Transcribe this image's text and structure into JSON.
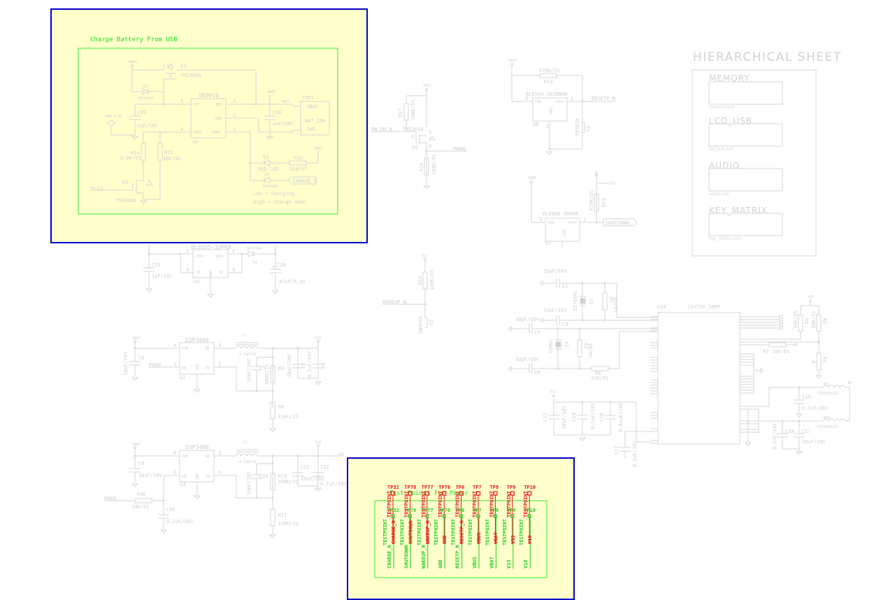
{
  "charger": {
    "title": "Charge Battery From USB",
    "q1": {
      "ref": "Q1",
      "part": "TM2301N"
    },
    "d2": {
      "ref": "D2",
      "part": "MSC0104"
    },
    "u5": {
      "ref": "U5",
      "part": "SE9016",
      "pins": [
        "VCC",
        "BAT",
        "GND",
        "PROG",
        "CHRG"
      ],
      "pin_numbers": [
        "5",
        "3",
        "2",
        "4",
        "1"
      ]
    },
    "c35": {
      "ref": "C35",
      "value": "1uF/16V"
    },
    "c36": {
      "ref": "C36",
      "value": "1uF/16V"
    },
    "con1": {
      "ref": "CON1",
      "pins": [
        "VBAT",
        "BAT_CON",
        "GND"
      ],
      "pin_numbers": [
        "2",
        "1"
      ]
    },
    "r14": {
      "ref": "R14",
      "value": "2.5K/5%"
    },
    "r15": {
      "ref": "R15",
      "value": "10K/5%"
    },
    "q3": {
      "ref": "Q3",
      "part": "TM2302N"
    },
    "d3": {
      "ref": "D3",
      "part": "RED LED"
    },
    "r12": {
      "ref": "R12",
      "value": "510/5%"
    },
    "d4": {
      "ref": "D4",
      "part": "MSC0104"
    },
    "charge_label": "CHARGE_N",
    "note_low": "Low = charging",
    "note_high": "High = charge done",
    "pwr_flag": "PWR_FLAG",
    "pulse": "PULSLA",
    "vbus": "VBUS",
    "vbat": "VBAT",
    "pin_s": "S",
    "pin_g": "G",
    "pin_d": "D"
  },
  "power_switch": {
    "r17": {
      "ref": "R17",
      "value": "100K/5%"
    },
    "q2": {
      "ref": "Q2",
      "part": "TM2301N"
    },
    "r18": {
      "ref": "R18",
      "value": "100K/5%"
    },
    "net_in": "PW_ON_N",
    "net_out": "PWEN",
    "vcc": "VBAT",
    "pin_g": "G",
    "pin_s": "S",
    "pin_d": "D"
  },
  "reset": {
    "r13": {
      "ref": "R13",
      "value": "470K/5%"
    },
    "u6": {
      "ref": "U6",
      "part": "BL8509-263DNRM"
    },
    "pins": {
      "vin": "VIN",
      "vout": "VOUT",
      "gnd": "GND"
    },
    "pin_numbers": [
      "3",
      "1",
      "2"
    ],
    "s1": {
      "ref": "S1",
      "label": "RESETK"
    },
    "net": "RESETP_N",
    "vcc": "VBAT"
  },
  "shutdown": {
    "u7": {
      "ref": "U7",
      "part": "BL8506-30NRM"
    },
    "r19": {
      "ref": "R19",
      "value": "470K/5%"
    },
    "pins": {
      "vin": "VIN",
      "vout": "VOUT",
      "gnd": "GND"
    },
    "pin_numbers": [
      "3",
      "1",
      "2"
    ],
    "net": "SHUTDOWN",
    "vin_net": "VBAT",
    "v33": "V33"
  },
  "hier_sheet": {
    "title": "HIERARCHICAL SHEET",
    "sheets": [
      {
        "name": "MEMORY",
        "file": "memory.sch"
      },
      {
        "name": "LCD_USB",
        "file": "lcd_usb.sch"
      },
      {
        "name": "AUDIO",
        "file": "audio.sch"
      },
      {
        "name": "KEY_MATRIX",
        "file": "key_matrix.sch"
      }
    ]
  },
  "ldo": {
    "u4": {
      "ref": "U4",
      "part": "BL8555-33PRA"
    },
    "pins": [
      "VIN",
      "VOUT",
      "CE",
      "GND",
      "NC"
    ],
    "pin_numbers": [
      "1",
      "5",
      "3",
      "2",
      "4"
    ],
    "c19": {
      "ref": "C19",
      "value": "1uF/16V"
    },
    "d1": {
      "ref": "D1",
      "part": "MSC0104"
    },
    "c20": {
      "ref": "C20",
      "value": "47uF/6.3V"
    },
    "vin": "VBAT",
    "vout": "VCC"
  },
  "wakeup": {
    "r16": {
      "ref": "R16",
      "value": "100K/5%"
    },
    "s2": {
      "ref": "S2",
      "label": "ONOFFK"
    },
    "net": "WAKEUP_N",
    "vcc": "VCC"
  },
  "buck1": {
    "u2": {
      "ref": "U2",
      "part": "EUP3406"
    },
    "pins": [
      "VIN",
      "SW",
      "EN",
      "GND",
      "FB"
    ],
    "pin_numbers": [
      "4",
      "3",
      "1",
      "2",
      "5"
    ],
    "l1": {
      "ref": "L1",
      "value": "4.7uH/1A"
    },
    "c6": {
      "ref": "C6",
      "value": "10uF/10V"
    },
    "c7": {
      "ref": "C7",
      "value": "10pF/16V"
    },
    "r3": {
      "ref": "R3",
      "value": "680K/1%"
    },
    "r6": {
      "ref": "R6",
      "value": "150K/1%"
    },
    "c2": {
      "ref": "C2",
      "value": "10uF/10V"
    },
    "c3": {
      "ref": "C3",
      "value": "0.1uF/16V"
    },
    "en_net": "PWEN",
    "vin": "VBAT",
    "vout": "V33"
  },
  "buck2": {
    "u3": {
      "ref": "U3",
      "part": "EUP3406"
    },
    "pins": [
      "VIN",
      "SW",
      "EN",
      "GND",
      "FB"
    ],
    "pin_numbers": [
      "4",
      "3",
      "1",
      "2",
      "5"
    ],
    "l2": {
      "ref": "L2",
      "value": "4.7uH/1A"
    },
    "c9": {
      "ref": "C9",
      "value": "10uF/10V"
    },
    "c10": {
      "ref": "C10",
      "value": "10pF/16V"
    },
    "r10": {
      "ref": "R10",
      "value": "300K/1%"
    },
    "r11": {
      "ref": "R11",
      "value": "150K/1%"
    },
    "c11": {
      "ref": "C11",
      "value": "10uF/10V"
    },
    "c12": {
      "ref": "C12",
      "value": "0.1uF/16V"
    },
    "r46": {
      "ref": "R46",
      "value": "10K/5%"
    },
    "c69": {
      "ref": "C69",
      "value": "0.1uF/16V"
    },
    "en_net": "PWEN",
    "vin": "VBAT",
    "vout": "V18"
  },
  "mcu": {
    "u18": {
      "ref": "U18",
      "part": "JZ4720_186P"
    },
    "c1": {
      "ref": "C1",
      "value": "33pF/16V"
    },
    "c4": {
      "ref": "C4",
      "value": "33pF/16V"
    },
    "c5": {
      "ref": "C5",
      "value": "33pF/16V"
    },
    "c8": {
      "ref": "C8",
      "value": "33pF/16V"
    },
    "y1": {
      "ref": "Y1",
      "value": "32768Hz"
    },
    "y2": {
      "ref": "Y2",
      "value": "12MHz"
    },
    "r1": {
      "ref": "R1",
      "value": "1M/5%"
    },
    "r2": {
      "ref": "R2",
      "value": "1M/5%"
    },
    "r8": {
      "ref": "R8",
      "value": "330/5%"
    },
    "r4": {
      "ref": "R4",
      "value": "10K/5%"
    },
    "r5": {
      "ref": "R5",
      "value": "10K/5%"
    },
    "r7": {
      "ref": "R7",
      "value": "10K/5%"
    },
    "r9": {
      "ref": "R9",
      "value": "0"
    },
    "c13": {
      "ref": "C13",
      "value": "10uF/10V"
    },
    "c14": {
      "ref": "C14",
      "value": "0.1uF/16V"
    },
    "c16": {
      "ref": "C16",
      "value": "0.01uF/16V"
    },
    "c21": {
      "ref": "C21",
      "value": "0.1uF/16V"
    },
    "c15": {
      "ref": "C15",
      "value": "0.1uF/16V"
    },
    "c17": {
      "ref": "C17",
      "value": "10uF/10V"
    },
    "c18": {
      "ref": "C18",
      "value": "0.1uF/16V"
    },
    "b2": {
      "ref": "B02",
      "value": "PZ1608U221"
    },
    "b3": {
      "ref": "B03",
      "value": "PZ1608U221"
    },
    "v33": "V33",
    "v18": "V18"
  },
  "testpoints": {
    "title": "Test Points For Power",
    "points": [
      {
        "ref": "TP32",
        "type": "TESTPOINT",
        "net": "CHARGE_N"
      },
      {
        "ref": "TP78",
        "type": "TESTPOINT",
        "net": "SHUTDOWN"
      },
      {
        "ref": "TP77",
        "type": "TESTPOINT",
        "net": "WAKEUP_N"
      },
      {
        "ref": "TP76",
        "type": "TESTPOINT",
        "net": "GND"
      },
      {
        "ref": "TP6",
        "type": "TESTPOINT",
        "net": "RESETP_N"
      },
      {
        "ref": "TP7",
        "type": "TESTPOINT",
        "net": "VBUS"
      },
      {
        "ref": "TP8",
        "type": "TESTPOINT",
        "net": "VBAT"
      },
      {
        "ref": "TP9",
        "type": "TESTPOINT",
        "net": "V33"
      },
      {
        "ref": "TP10",
        "type": "TESTPOINT",
        "net": "V18"
      }
    ]
  },
  "colors": {
    "highlight_bg": "#ffffcc",
    "highlight_border": "#0000cc",
    "group_border": "#33ee33",
    "wire": "#d6d6d6",
    "net_red": "#ee1111",
    "net_green": "#22cc22"
  }
}
